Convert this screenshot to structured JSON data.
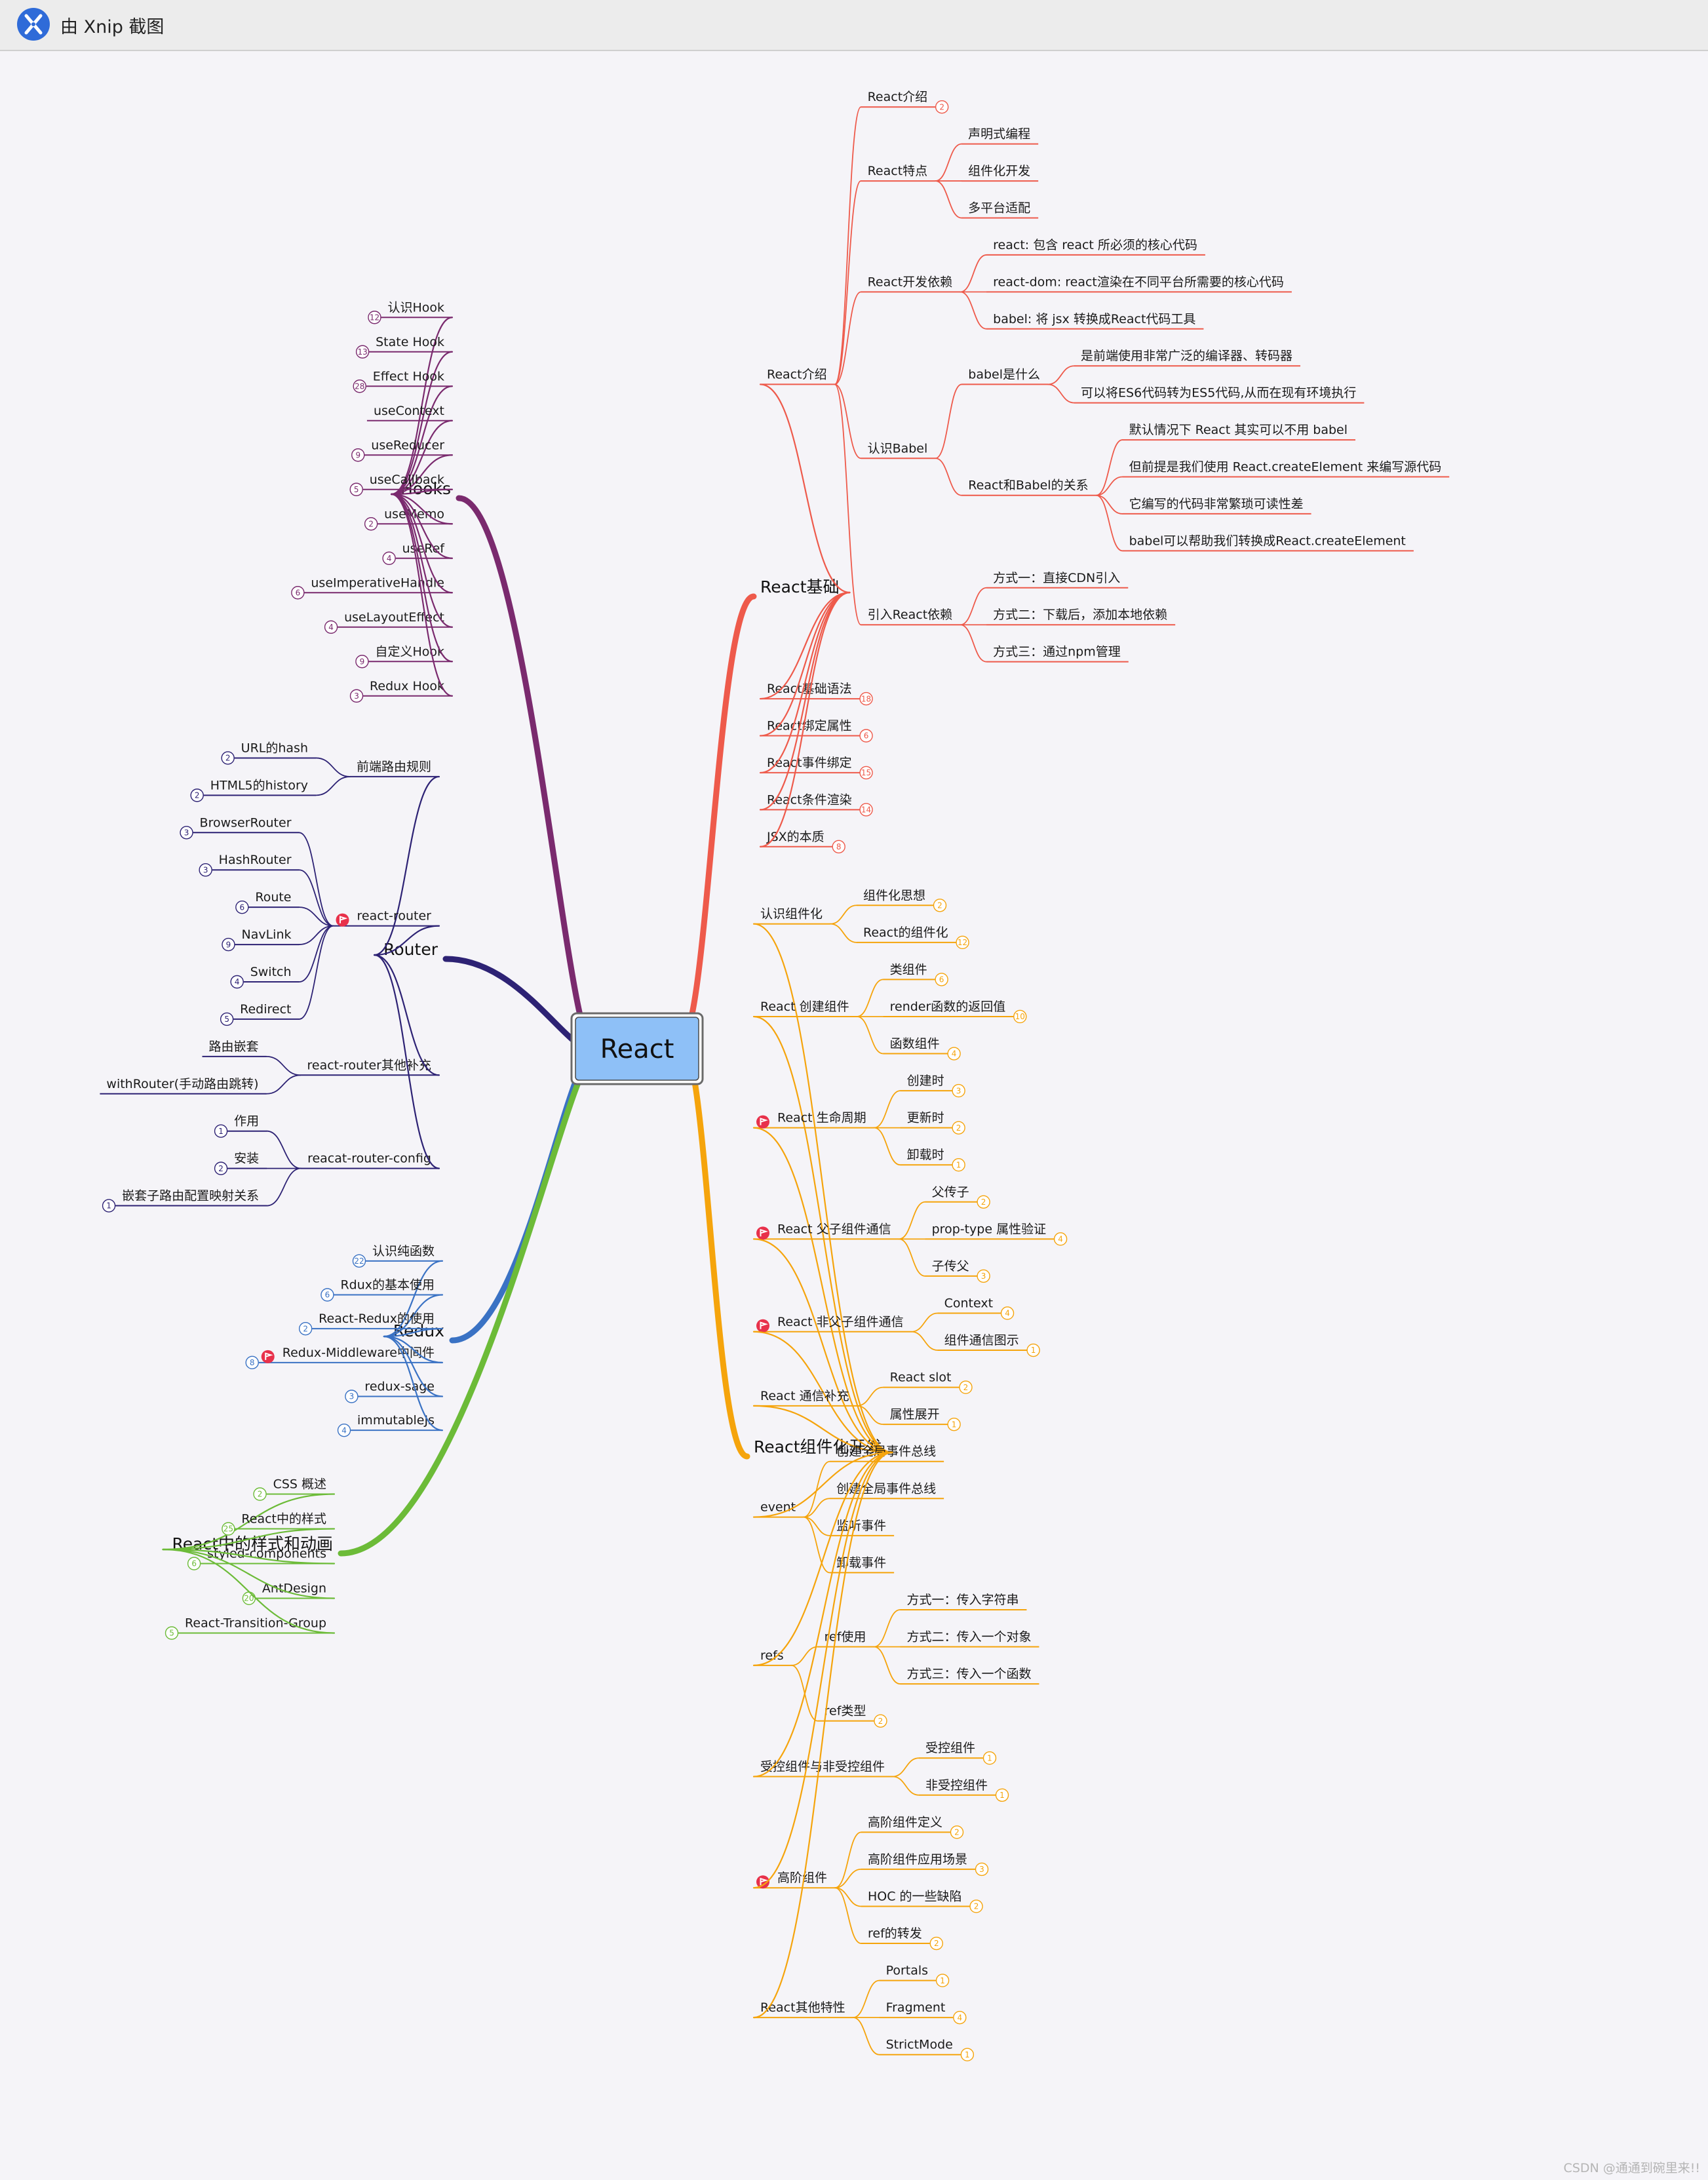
{
  "window": {
    "title": "由 Xnip 截图",
    "icon": "xnip-scissors-icon"
  },
  "watermark": "CSDN @通通到碗里来!!",
  "colors": {
    "basics": "#ee5a4b",
    "component": "#f5a40c",
    "hooks": "#7a2a6e",
    "router": "#2d2274",
    "redux": "#3a72c4",
    "style": "#6cbb38",
    "root_fill": "#8ec0f7",
    "flag": "#e8314b"
  },
  "root": "React",
  "branches": [
    {
      "id": "basics",
      "label": "React基础",
      "children": [
        {
          "label": "React介绍",
          "children": [
            {
              "label": "React介绍",
              "badge": "2"
            },
            {
              "label": "React特点",
              "children": [
                {
                  "label": "声明式编程"
                },
                {
                  "label": "组件化开发"
                },
                {
                  "label": "多平台适配"
                }
              ]
            },
            {
              "label": "React开发依赖",
              "children": [
                {
                  "label": "react: 包含 react 所必须的核心代码"
                },
                {
                  "label": "react-dom: react渲染在不同平台所需要的核心代码"
                },
                {
                  "label": "babel: 将 jsx 转换成React代码工具"
                }
              ]
            },
            {
              "label": "认识Babel",
              "children": [
                {
                  "label": "babel是什么",
                  "children": [
                    {
                      "label": "是前端使用非常广泛的编译器、转码器"
                    },
                    {
                      "label": "可以将ES6代码转为ES5代码,从而在现有环境执行"
                    }
                  ]
                },
                {
                  "label": "React和Babel的关系",
                  "children": [
                    {
                      "label": "默认情况下 React 其实可以不用 babel"
                    },
                    {
                      "label": "但前提是我们使用 React.createElement 来编写源代码"
                    },
                    {
                      "label": "它编写的代码非常繁琐可读性差"
                    },
                    {
                      "label": "babel可以帮助我们转换成React.createElement"
                    }
                  ]
                }
              ]
            },
            {
              "label": "引入React依赖",
              "children": [
                {
                  "label": "方式一：直接CDN引入"
                },
                {
                  "label": "方式二：下载后，添加本地依赖"
                },
                {
                  "label": "方式三：通过npm管理"
                }
              ]
            }
          ]
        },
        {
          "label": "React基础语法",
          "badge": "18"
        },
        {
          "label": "React绑定属性",
          "badge": "6"
        },
        {
          "label": "React事件绑定",
          "badge": "15"
        },
        {
          "label": "React条件渲染",
          "badge": "14"
        },
        {
          "label": "JSX的本质",
          "badge": "8"
        }
      ]
    },
    {
      "id": "component",
      "label": "React组件化开发",
      "children": [
        {
          "label": "认识组件化",
          "children": [
            {
              "label": "组件化思想",
              "badge": "2"
            },
            {
              "label": "React的组件化",
              "badge": "12"
            }
          ]
        },
        {
          "label": "React 创建组件",
          "children": [
            {
              "label": "类组件",
              "badge": "6"
            },
            {
              "label": "render函数的返回值",
              "badge": "10"
            },
            {
              "label": "函数组件",
              "badge": "4"
            }
          ]
        },
        {
          "label": "React 生命周期",
          "flag": true,
          "children": [
            {
              "label": "创建时",
              "badge": "3"
            },
            {
              "label": "更新时",
              "badge": "2"
            },
            {
              "label": "卸载时",
              "badge": "1"
            }
          ]
        },
        {
          "label": "React 父子组件通信",
          "flag": true,
          "children": [
            {
              "label": "父传子",
              "badge": "2"
            },
            {
              "label": "prop-type 属性验证",
              "badge": "4"
            },
            {
              "label": "子传父",
              "badge": "3"
            }
          ]
        },
        {
          "label": "React 非父子组件通信",
          "flag": true,
          "children": [
            {
              "label": "Context",
              "badge": "4"
            },
            {
              "label": "组件通信图示",
              "badge": "1"
            }
          ]
        },
        {
          "label": "React 通信补充",
          "children": [
            {
              "label": "React slot",
              "badge": "2"
            },
            {
              "label": "属性展开",
              "badge": "1"
            }
          ]
        },
        {
          "label": "event",
          "children": [
            {
              "label": "创建全局事件总线"
            },
            {
              "label": "创建全局事件总线"
            },
            {
              "label": "监听事件"
            },
            {
              "label": "卸载事件"
            }
          ]
        },
        {
          "label": "refs",
          "children": [
            {
              "label": "ref使用",
              "children": [
                {
                  "label": "方式一：传入字符串"
                },
                {
                  "label": "方式二：传入一个对象"
                },
                {
                  "label": "方式三：传入一个函数"
                }
              ]
            },
            {
              "label": "ref类型",
              "badge": "2"
            }
          ]
        },
        {
          "label": "受控组件与非受控组件",
          "children": [
            {
              "label": "受控组件",
              "badge": "1"
            },
            {
              "label": "非受控组件",
              "badge": "1"
            }
          ]
        },
        {
          "label": "高阶组件",
          "flag": true,
          "children": [
            {
              "label": "高阶组件定义",
              "badge": "2"
            },
            {
              "label": "高阶组件应用场景",
              "badge": "3"
            },
            {
              "label": "HOC 的一些缺陷",
              "badge": "2"
            },
            {
              "label": "ref的转发",
              "badge": "2"
            }
          ]
        },
        {
          "label": "React其他特性",
          "children": [
            {
              "label": "Portals",
              "badge": "1"
            },
            {
              "label": "Fragment",
              "badge": "4"
            },
            {
              "label": "StrictMode",
              "badge": "1"
            }
          ]
        }
      ]
    },
    {
      "id": "hooks",
      "label": "Hooks",
      "children": [
        {
          "label": "认识Hook",
          "badge": "12"
        },
        {
          "label": "State Hook",
          "badge": "13"
        },
        {
          "label": "Effect Hook",
          "badge": "28"
        },
        {
          "label": "useContext"
        },
        {
          "label": "useReducer",
          "badge": "9"
        },
        {
          "label": "useCallback",
          "badge": "5"
        },
        {
          "label": "useMemo",
          "badge": "2"
        },
        {
          "label": "useRef",
          "badge": "4"
        },
        {
          "label": "useImperativeHandle",
          "badge": "6"
        },
        {
          "label": "useLayoutEffect",
          "badge": "4"
        },
        {
          "label": "自定义Hook",
          "badge": "9"
        },
        {
          "label": "Redux Hook",
          "badge": "3"
        }
      ]
    },
    {
      "id": "router",
      "label": "Router",
      "children": [
        {
          "label": "前端路由规则",
          "children": [
            {
              "label": "URL的hash",
              "badge": "2"
            },
            {
              "label": "HTML5的history",
              "badge": "2"
            }
          ]
        },
        {
          "label": "react-router",
          "flag": true,
          "children": [
            {
              "label": "BrowserRouter",
              "badge": "3"
            },
            {
              "label": "HashRouter",
              "badge": "3"
            },
            {
              "label": "Route",
              "badge": "6"
            },
            {
              "label": "NavLink",
              "badge": "9"
            },
            {
              "label": "Switch",
              "badge": "4"
            },
            {
              "label": "Redirect",
              "badge": "5"
            }
          ]
        },
        {
          "label": "react-router其他补充",
          "children": [
            {
              "label": "路由嵌套"
            },
            {
              "label": "withRouter(手动路由跳转)"
            }
          ]
        },
        {
          "label": "reacat-router-config",
          "children": [
            {
              "label": "作用",
              "badge": "1"
            },
            {
              "label": "安装",
              "badge": "2"
            },
            {
              "label": "嵌套子路由配置映射关系",
              "badge": "1"
            }
          ]
        }
      ]
    },
    {
      "id": "redux",
      "label": "Redux",
      "children": [
        {
          "label": "认识纯函数",
          "badge": "22"
        },
        {
          "label": "Rdux的基本使用",
          "badge": "6"
        },
        {
          "label": "React-Redux的使用",
          "badge": "2"
        },
        {
          "label": "Redux-Middleware中间件",
          "badge": "8",
          "flag": true
        },
        {
          "label": "redux-sage",
          "badge": "3"
        },
        {
          "label": "immutableJs",
          "badge": "4"
        }
      ]
    },
    {
      "id": "style",
      "label": "React中的样式和动画",
      "children": [
        {
          "label": "CSS 概述",
          "badge": "2"
        },
        {
          "label": "React中的样式",
          "badge": "25"
        },
        {
          "label": "styled-components",
          "badge": "6"
        },
        {
          "label": "AntDesign",
          "badge": "20"
        },
        {
          "label": "React-Transition-Group",
          "badge": "5"
        }
      ]
    }
  ]
}
